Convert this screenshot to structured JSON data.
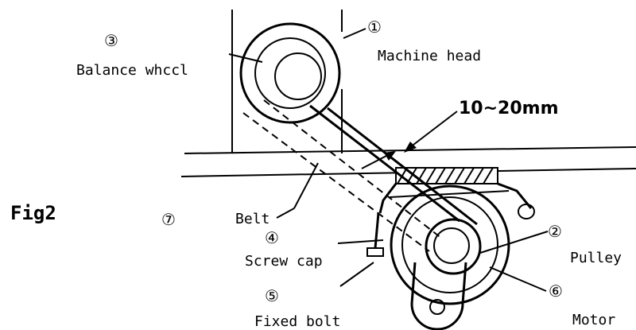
{
  "figure": {
    "fig_label": "Fig2",
    "dimension": "10~20mm",
    "parts": [
      {
        "id": "machine-head",
        "num": "①",
        "label": "Machine head"
      },
      {
        "id": "pulley",
        "num": "②",
        "label": "Pulley"
      },
      {
        "id": "balance-wheel",
        "num": "③",
        "label": "Balance whccl"
      },
      {
        "id": "screw-cap",
        "num": "④",
        "label": "Screw cap"
      },
      {
        "id": "fixed-bolt",
        "num": "⑤",
        "label": "Fixed bolt"
      },
      {
        "id": "motor",
        "num": "⑥",
        "label": "Motor"
      },
      {
        "id": "belt",
        "num": "⑦",
        "label": "Belt"
      }
    ]
  }
}
